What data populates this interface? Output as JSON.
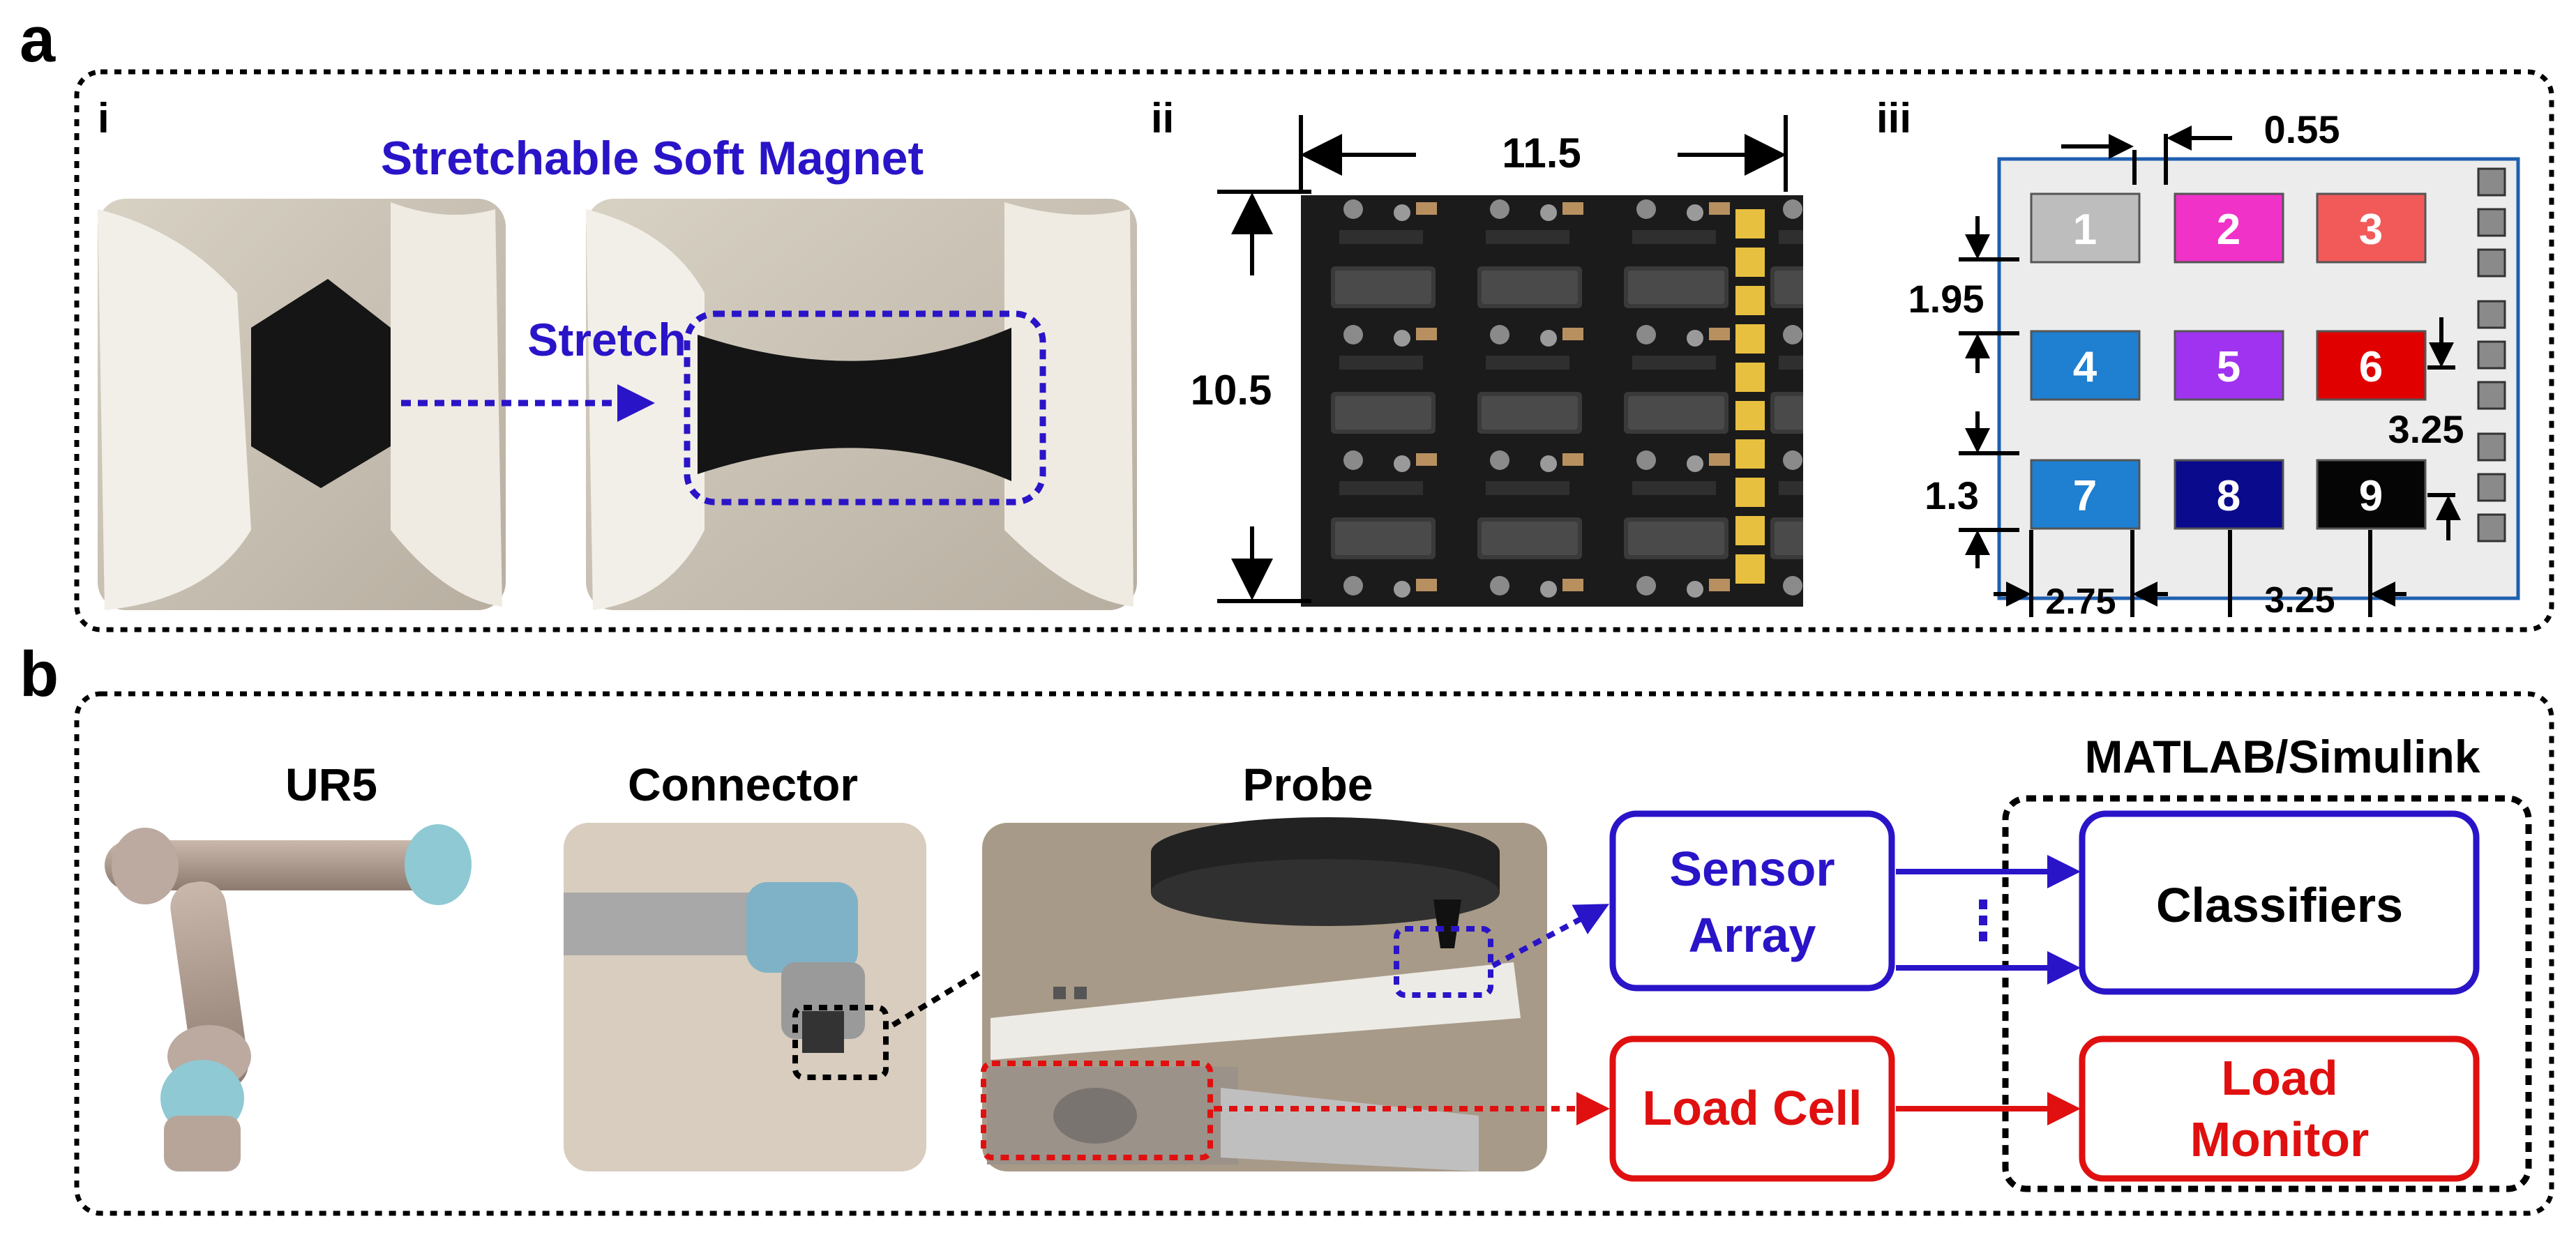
{
  "panel_a": {
    "letter": "a",
    "sub_i": {
      "label": "i",
      "title": "Stretchable Soft Magnet",
      "stretch_label": "Stretch"
    },
    "sub_ii": {
      "label": "ii",
      "width_dim": "11.5",
      "height_dim": "10.5"
    },
    "sub_iii": {
      "label": "iii",
      "dim_top": "0.55",
      "dim_row_gap": "1.95",
      "dim_right": "3.25",
      "dim_bottom_left": "1.3",
      "dim_col_a": "2.75",
      "dim_col_b": "3.25",
      "cells": [
        {
          "n": "1",
          "color": "#bdbdbd"
        },
        {
          "n": "2",
          "color": "#f032c8"
        },
        {
          "n": "3",
          "color": "#f25a5a"
        },
        {
          "n": "4",
          "color": "#1f7fd0"
        },
        {
          "n": "5",
          "color": "#a033f0"
        },
        {
          "n": "6",
          "color": "#e00000"
        },
        {
          "n": "7",
          "color": "#1f7fd0"
        },
        {
          "n": "8",
          "color": "#0a0a8c"
        },
        {
          "n": "9",
          "color": "#050505"
        }
      ]
    }
  },
  "panel_b": {
    "letter": "b",
    "ur5": "UR5",
    "connector": "Connector",
    "probe": "Probe",
    "matlab": "MATLAB/Simulink",
    "sensor_array_line1": "Sensor",
    "sensor_array_line2": "Array",
    "classifiers": "Classifiers",
    "load_cell": "Load Cell",
    "load_monitor_line1": "Load",
    "load_monitor_line2": "Monitor",
    "colors": {
      "blue": "#2a14c8",
      "red": "#e01010",
      "black": "#000000"
    }
  }
}
